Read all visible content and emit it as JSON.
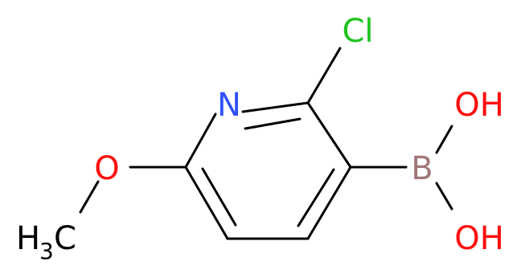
{
  "molecule": {
    "atoms": {
      "cl": {
        "text": "Cl",
        "color": "#1fc41f"
      },
      "n": {
        "text": "N",
        "color": "#3050f8"
      },
      "b": {
        "text": "B",
        "color": "#a27778"
      },
      "oh_top": {
        "text": "OH",
        "color": "#ff0d0d"
      },
      "oh_bottom": {
        "text": "OH",
        "color": "#ff0d0d"
      },
      "o_methoxy": {
        "text": "O",
        "color": "#ff0d0d"
      },
      "methyl": {
        "text": "H",
        "subscript": "3",
        "suffix": "C",
        "color": "#000000"
      }
    }
  }
}
